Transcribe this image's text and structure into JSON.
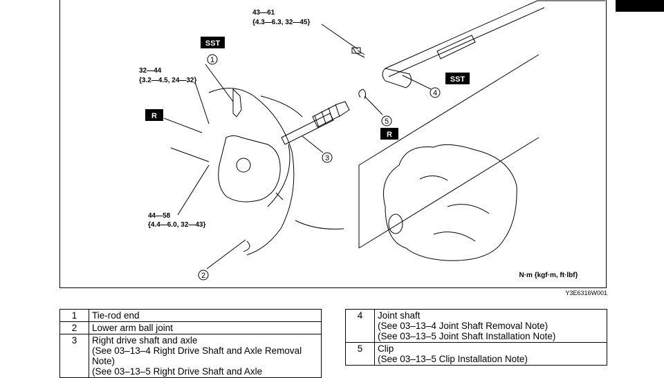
{
  "figure": {
    "callouts": {
      "torque_top": "43—61",
      "torque_top_units": "{4.3—6.3, 32—45}",
      "torque_left": "32—44",
      "torque_left_units": "{3.2—4.5, 24—32}",
      "torque_bottom": "44—58",
      "torque_bottom_units": "{4.4—6.0, 32—43}",
      "sst_label": "SST",
      "r_label": "R",
      "marker_1": "1",
      "marker_2": "2",
      "marker_3": "3",
      "marker_4": "4",
      "marker_5": "5",
      "units_note": "N·m {kgf·m, ft·lbf}"
    },
    "figure_code": "Y3E6316W001"
  },
  "legend_left": [
    {
      "num": "1",
      "lines": [
        "Tie-rod end"
      ]
    },
    {
      "num": "2",
      "lines": [
        "Lower arm ball joint"
      ]
    },
    {
      "num": "3",
      "lines": [
        "Right drive shaft and axle",
        "(See 03–13–4 Right Drive Shaft and Axle Removal Note)",
        "(See 03–13–5 Right Drive Shaft and Axle"
      ]
    }
  ],
  "legend_right": [
    {
      "num": "4",
      "lines": [
        "Joint shaft",
        "(See 03–13–4 Joint Shaft Removal Note)",
        "(See 03–13–5 Joint Shaft Installation Note)"
      ]
    },
    {
      "num": "5",
      "lines": [
        "Clip",
        "(See 03–13–5 Clip Installation Note)"
      ]
    }
  ]
}
